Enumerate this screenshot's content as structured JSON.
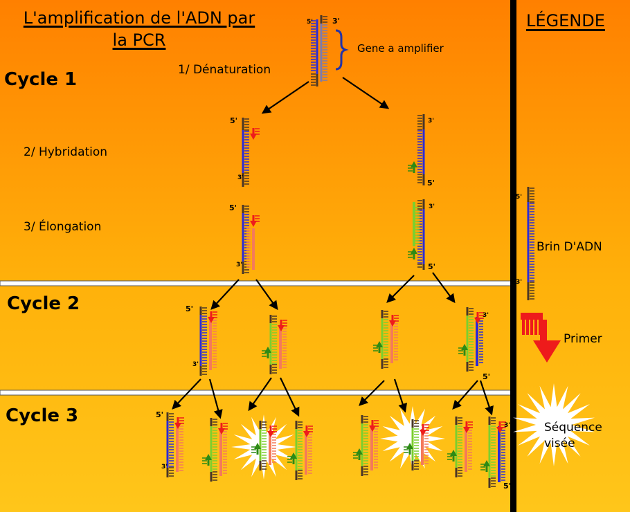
{
  "title": {
    "line1": "L'amplification de l'ADN par",
    "line2": "la PCR"
  },
  "cycles": {
    "c1": "Cycle 1",
    "c2": "Cycle 2",
    "c3": "Cycle 3"
  },
  "steps": {
    "denaturation": "1/ Dénaturation",
    "hybridation": "2/ Hybridation",
    "elongation": "3/ Élongation"
  },
  "gene_label": "Gene a amplifier",
  "legend": {
    "title": "LÉGENDE",
    "dna": "Brin D'ADN",
    "primer": "Primer",
    "target": "Séquence visée"
  },
  "end_labels": {
    "five": "5'",
    "three": "3'"
  },
  "colors": {
    "background_top": "#ff8c00",
    "background_bottom": "#ffc20e",
    "template_strand": "#2b2bd6",
    "new_strand": "#f47a5a",
    "copy_strand": "#7ccf2e",
    "primer_red": "#ee1b1b",
    "primer_green": "#2d8a15",
    "tail": "#4a3626",
    "divider": "#000000"
  },
  "icons": [
    "down-arrow-icon",
    "curly-brace-icon",
    "starburst-icon",
    "primer-icon",
    "dna-strand-icon"
  ]
}
